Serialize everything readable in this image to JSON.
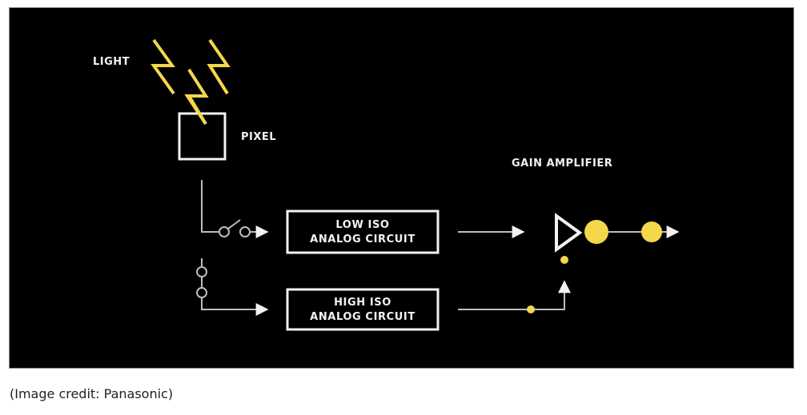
{
  "diagram": {
    "labels": {
      "light": "LIGHT",
      "pixel": "PIXEL",
      "gain_amplifier": "GAIN AMPLIFIER"
    },
    "circuits": [
      {
        "id": "low-iso",
        "line1": "LOW ISO",
        "line2": "ANALOG CIRCUIT"
      },
      {
        "id": "high-iso",
        "line1": "HIGH ISO",
        "line2": "ANALOG CIRCUIT"
      }
    ],
    "colors": {
      "background": "#000000",
      "accent_yellow": "#f5d84a",
      "line_white": "#f2f2f2",
      "wire_gray": "#bdbdbd"
    },
    "icons": [
      "lightning-bolt-icon",
      "pixel-square-icon",
      "switch-icon",
      "amplifier-triangle-icon",
      "signal-dot-icon",
      "arrow-icon"
    ]
  },
  "caption": "(Image credit: Panasonic)"
}
